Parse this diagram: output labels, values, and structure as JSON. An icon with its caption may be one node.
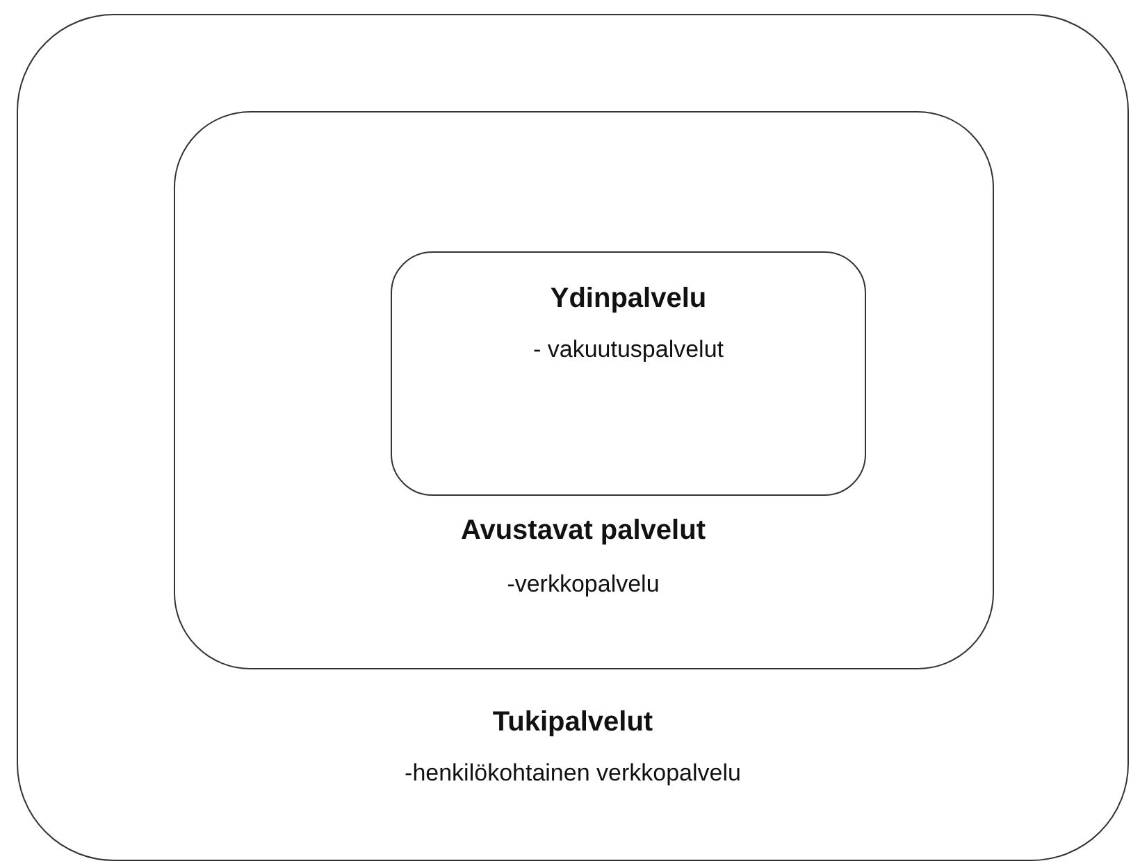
{
  "diagram": {
    "nodes": [
      {
        "text": [
          "Tukipalvelut",
          "-henkilökohtainen verkkopalvelu"
        ]
      },
      {
        "text": [
          "Avustavat palvelut",
          "-verkkopalvelu"
        ],
        "in": 0
      },
      {
        "text": [
          "Ydinpalvelu",
          "- vakuutuspalvelut"
        ],
        "in": 1
      }
    ]
  }
}
